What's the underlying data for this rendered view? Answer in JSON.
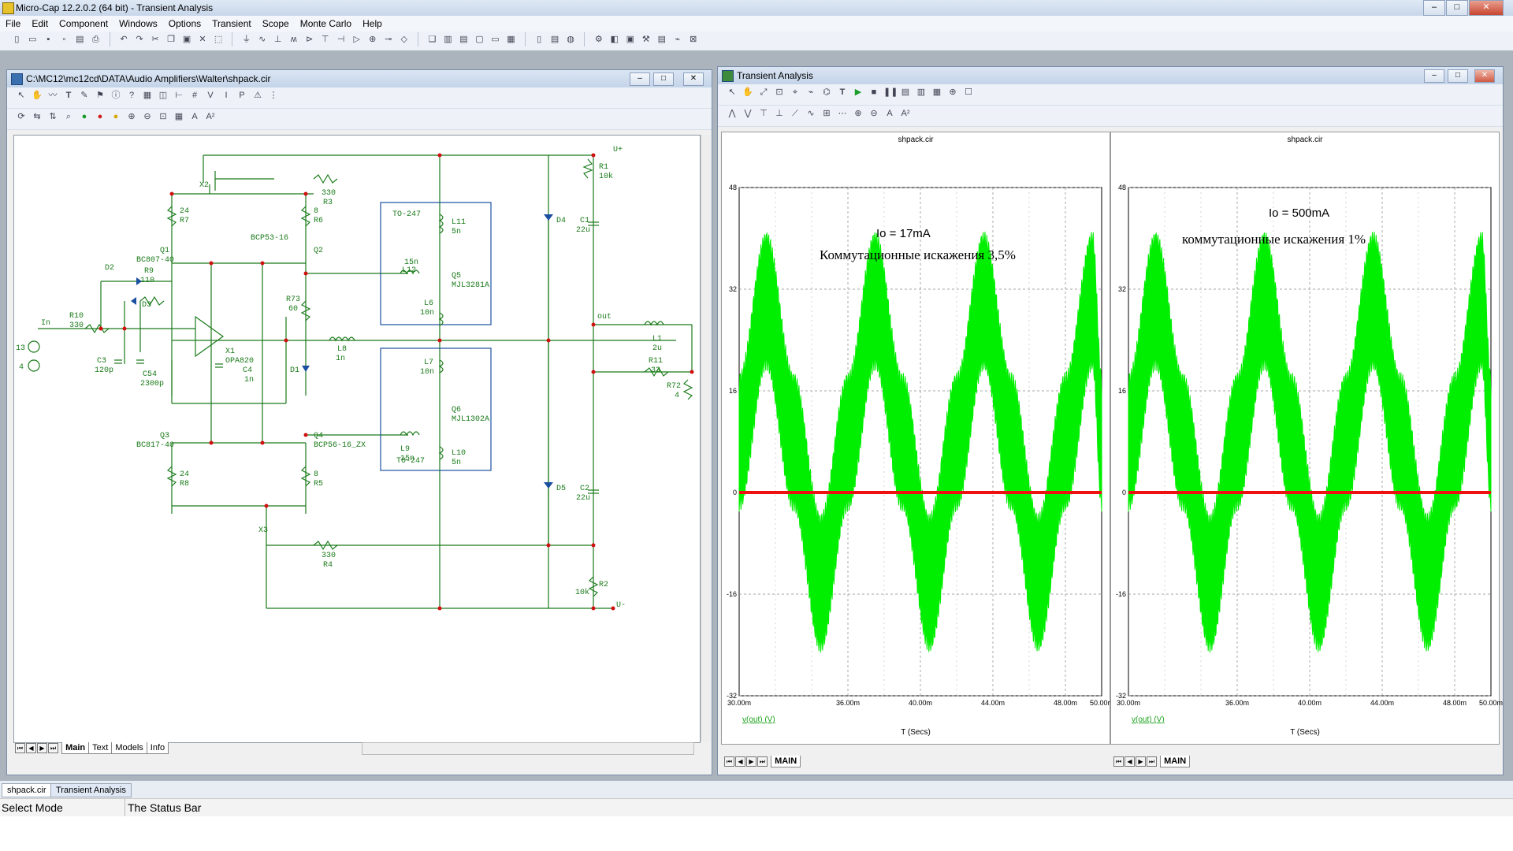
{
  "app": {
    "title": "Micro-Cap 12.2.0.2 (64 bit) - Transient Analysis",
    "minimize": "–",
    "maximize": "□",
    "close": "✕"
  },
  "menu": [
    "File",
    "Edit",
    "Component",
    "Windows",
    "Options",
    "Transient",
    "Scope",
    "Monte Carlo",
    "Help"
  ],
  "schematic_window": {
    "title": "C:\\MC12\\mc12cd\\DATA\\Audio Amplifiers\\Walter\\shpack.cir",
    "tabs": [
      "Main",
      "Text",
      "Models",
      "Info"
    ],
    "labels": {
      "x2": "X2",
      "r3": "330",
      "r3n": "R3",
      "r1": "R1",
      "r1v": "10k",
      "r7v": "24",
      "r7": "R7",
      "r6v": "8",
      "r6": "R6",
      "q1": "Q1",
      "bc807": "BC807-40",
      "bcp53": "BCP53-16",
      "q2": "Q2",
      "d2": "D2",
      "r9": "R9",
      "r9v": "110",
      "d3": "D3",
      "r10": "R10",
      "r10v": "330",
      "in": "In",
      "x1": "X1",
      "opa": "OPA820",
      "c3": "C3",
      "c3v": "120p",
      "c54": "C54",
      "c54v": "2300p",
      "c4": "C4",
      "c4v": "1n",
      "r73": "R73",
      "r73v": "60",
      "d1": "D1",
      "l8": "L8",
      "l8v": "1n",
      "to247a": "TO-247",
      "l11": "L11",
      "l11v": "5n",
      "l12v": "15n",
      "l12": "L12",
      "q5": "Q5",
      "mjl3281": "MJL3281A",
      "l6": "L6",
      "l6v": "10n",
      "l7": "L7",
      "l7v": "10n",
      "l9": "L9",
      "l9v": "15n",
      "q6": "Q6",
      "mjl1302": "MJL1302A",
      "l10": "L10",
      "l10v": "5n",
      "to247b": "TO-247",
      "d4": "D4",
      "c1": "C1",
      "c1v": "22u",
      "d5": "D5",
      "c2": "C2",
      "c2v": "22u",
      "out": "out",
      "l1": "L1",
      "l1v": "2u",
      "r11": "R11",
      "r11v": "33",
      "r72": "R72",
      "r72v": "4",
      "q3": "Q3",
      "bc817": "BC817-40",
      "q4": "Q4",
      "bcp56": "BCP56-16_ZX",
      "r8v": "24",
      "r8": "R8",
      "r5v": "8",
      "r5": "R5",
      "x3": "X3",
      "r4v": "330",
      "r4": "R4",
      "r2": "R2",
      "r2v": "10k",
      "vplus": "U+",
      "vminus": "U-",
      "v13": "13",
      "v4": "4"
    }
  },
  "analysis_window": {
    "title": "Transient Analysis",
    "tab": "MAIN",
    "plots": [
      {
        "title": "shpack.cir",
        "annotation1": "Io = 17mA",
        "annotation2": "Коммутационные искажения 3,5%",
        "legend": "v(out) (V)",
        "xlabel": "T (Secs)"
      },
      {
        "title": "shpack.cir",
        "annotation1": "Io = 500mA",
        "annotation2": "коммутационные искажения 1%",
        "legend": "v(out) (V)",
        "xlabel": "T (Secs)"
      }
    ]
  },
  "chart_data": [
    {
      "type": "line",
      "title": "shpack.cir",
      "xlabel": "T (Secs)",
      "ylabel": "v(out) (V)",
      "xlim": [
        0.03,
        0.05
      ],
      "ylim": [
        -32,
        48
      ],
      "x_ticks": [
        "30.00m",
        "36.00m",
        "40.00m",
        "44.00m",
        "48.00m",
        "50.00m"
      ],
      "y_ticks": [
        "48",
        "32",
        "16",
        "0",
        "-16",
        "-32"
      ],
      "grid": true,
      "series": [
        {
          "color": "#00ee00",
          "values": [
            [
              0.03,
              8
            ],
            [
              0.0315,
              30.2
            ],
            [
              0.033,
              8
            ],
            [
              0.0345,
              -14.2
            ],
            [
              0.036,
              8
            ],
            [
              0.0375,
              30.2
            ],
            [
              0.039,
              8
            ],
            [
              0.0405,
              -14.2
            ],
            [
              0.042,
              8
            ],
            [
              0.0435,
              30.2
            ],
            [
              0.045,
              8
            ],
            [
              0.0465,
              -14.2
            ],
            [
              0.048,
              8
            ],
            [
              0.0495,
              30.2
            ],
            [
              0.05,
              8
            ]
          ]
        },
        {
          "color": "#ee1111",
          "values": [
            [
              0.03,
              0
            ],
            [
              0.05,
              0
            ]
          ]
        }
      ]
    },
    {
      "type": "line",
      "title": "shpack.cir",
      "xlabel": "T (Secs)",
      "ylabel": "v(out) (V)",
      "xlim": [
        0.03,
        0.05
      ],
      "ylim": [
        -32,
        48
      ],
      "x_ticks": [
        "30.00m",
        "36.00m",
        "40.00m",
        "44.00m",
        "48.00m",
        "50.00m"
      ],
      "y_ticks": [
        "48",
        "32",
        "16",
        "0",
        "-16",
        "-32"
      ],
      "grid": true,
      "series": [
        {
          "color": "#00ee00",
          "values": [
            [
              0.03,
              8
            ],
            [
              0.0315,
              30.2
            ],
            [
              0.033,
              8
            ],
            [
              0.0345,
              -14.2
            ],
            [
              0.036,
              8
            ],
            [
              0.0375,
              30.2
            ],
            [
              0.039,
              8
            ],
            [
              0.0405,
              -14.2
            ],
            [
              0.042,
              8
            ],
            [
              0.0435,
              30.2
            ],
            [
              0.045,
              8
            ],
            [
              0.0465,
              -14.2
            ],
            [
              0.048,
              8
            ],
            [
              0.0495,
              30.2
            ],
            [
              0.05,
              8
            ]
          ]
        },
        {
          "color": "#ee1111",
          "values": [
            [
              0.03,
              0
            ],
            [
              0.05,
              0
            ]
          ]
        }
      ]
    }
  ],
  "window_tabs": [
    "shpack.cir",
    "Transient Analysis"
  ],
  "status": {
    "mode": "Select Mode",
    "text": "The Status Bar"
  }
}
